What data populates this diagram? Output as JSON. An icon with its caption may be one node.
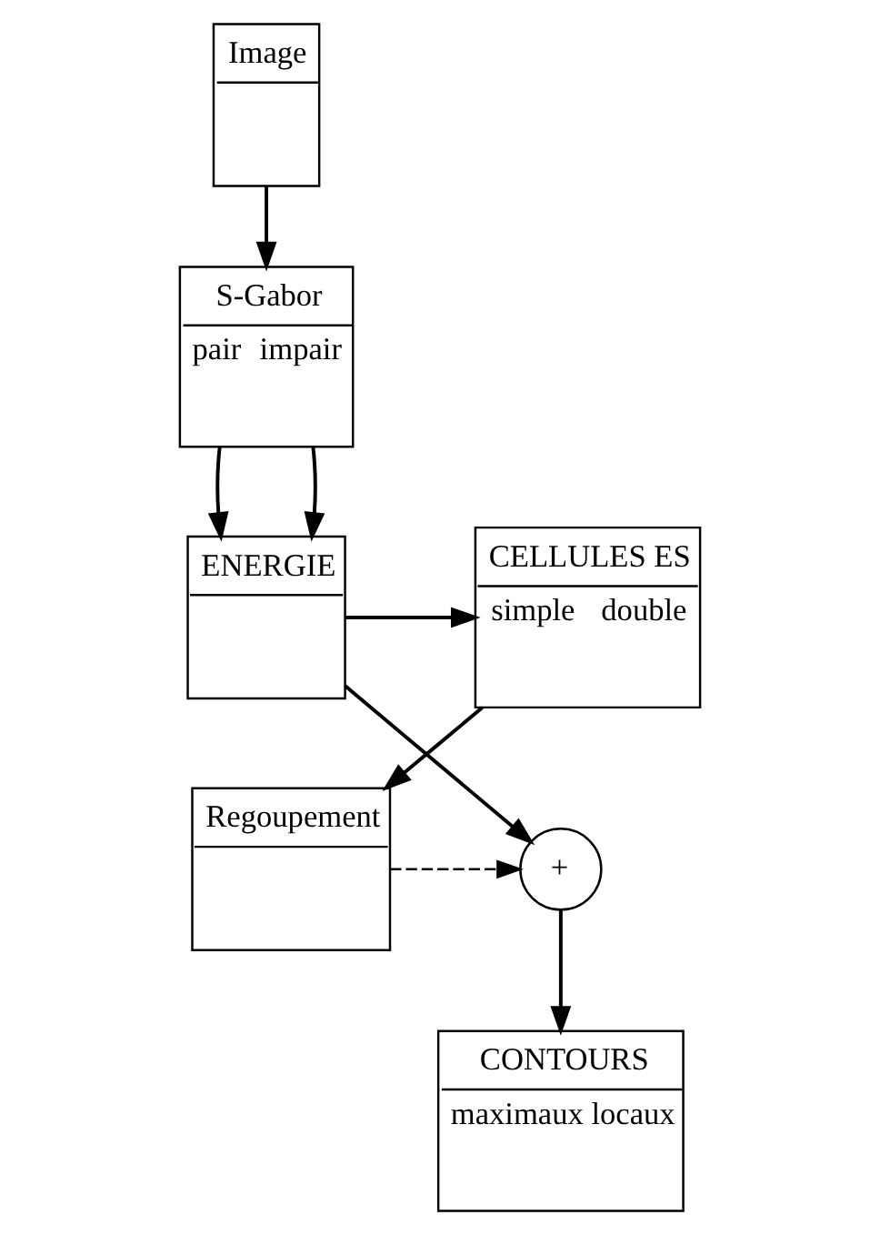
{
  "diagram": {
    "nodes": [
      {
        "text": [
          "Image"
        ]
      },
      {
        "text": [
          "S-Gabor",
          "pair",
          "impair"
        ]
      },
      {
        "text": [
          "ENERGIE"
        ]
      },
      {
        "text": [
          "CELLULES ES",
          "simple",
          "double"
        ]
      },
      {
        "text": [
          "Regoupement"
        ]
      },
      {
        "text": [
          "+"
        ]
      },
      {
        "text": [
          "CONTOURS",
          "maximaux locaux"
        ]
      }
    ],
    "edges": [
      {
        "from": 0,
        "to": 1,
        "arrow": "to"
      },
      {
        "from": 1,
        "to": 2,
        "arrow": "to"
      },
      {
        "from": 1,
        "to": 2,
        "arrow": "to"
      },
      {
        "from": 2,
        "to": 3,
        "arrow": "to"
      },
      {
        "from": 3,
        "to": 4,
        "arrow": "to"
      },
      {
        "from": 2,
        "to": 5,
        "arrow": "to"
      },
      {
        "from": 4,
        "to": 5,
        "arrow": "to",
        "style": "dashed"
      },
      {
        "from": 5,
        "to": 6,
        "arrow": "to"
      }
    ]
  }
}
